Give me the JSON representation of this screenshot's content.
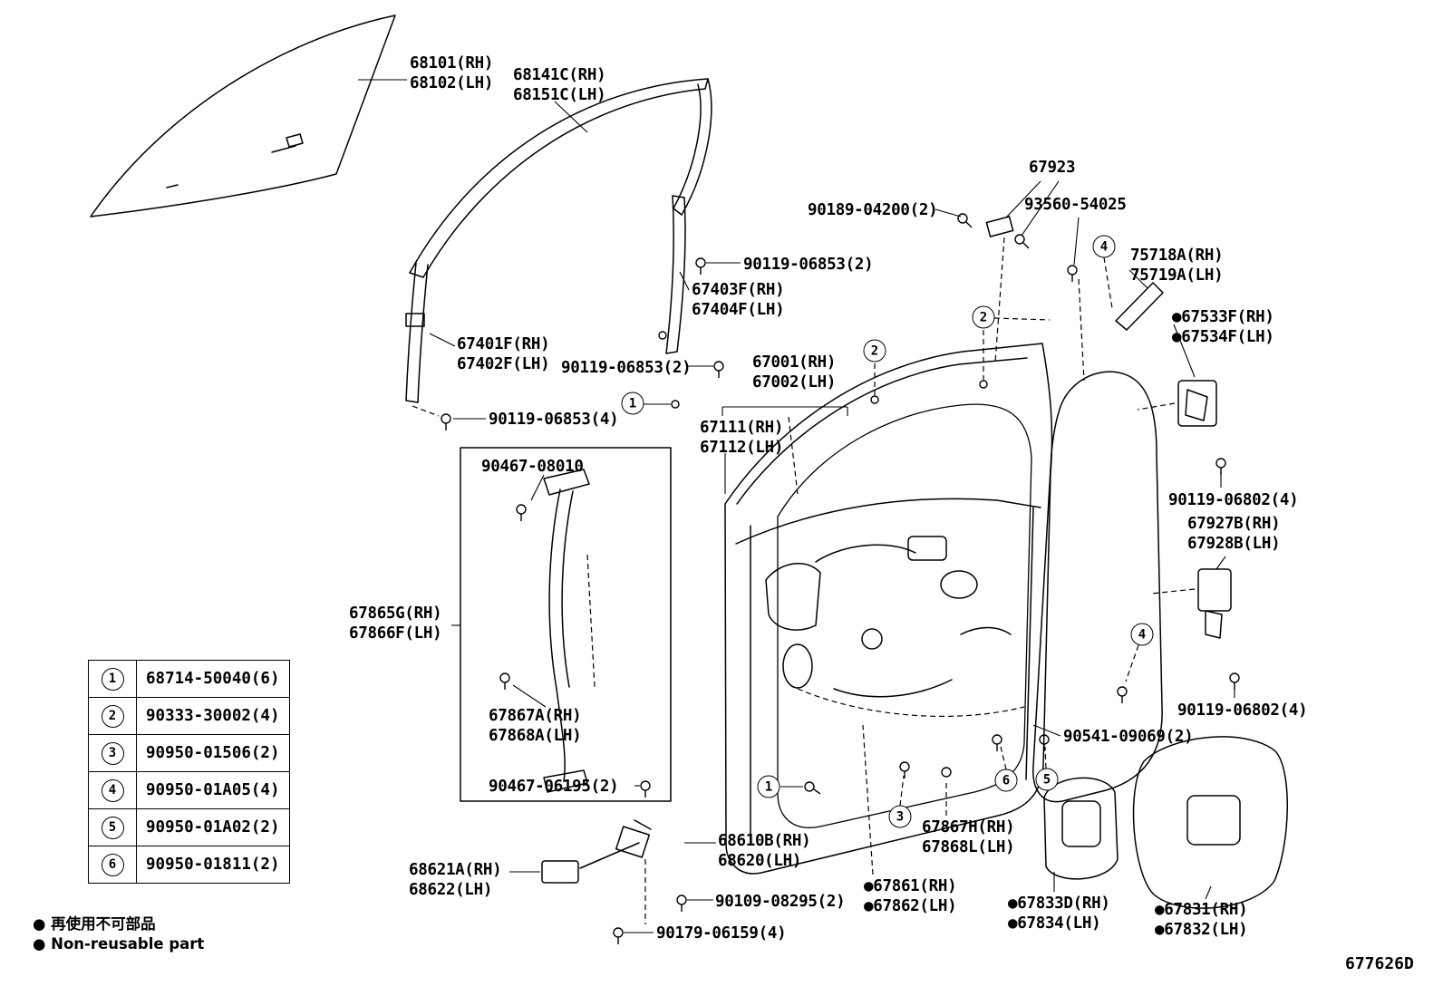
{
  "page": {
    "background": "#ffffff",
    "line_color": "#000000"
  },
  "diagram_code": "677626D",
  "notes": {
    "jp": "● 再使用不可部品",
    "en": "● Non-reusable part"
  },
  "legend": {
    "rows": [
      {
        "n": "1",
        "part": "68714-50040(6)"
      },
      {
        "n": "2",
        "part": "90333-30002(4)"
      },
      {
        "n": "3",
        "part": "90950-01506(2)"
      },
      {
        "n": "4",
        "part": "90950-01A05(4)"
      },
      {
        "n": "5",
        "part": "90950-01A02(2)"
      },
      {
        "n": "6",
        "part": "90950-01811(2)"
      }
    ]
  },
  "labels": [
    "68101(RH)\n68102(LH)",
    "68141C(RH)\n68151C(LH)",
    "67923",
    "90189-04200(2)",
    "93560-54025",
    "75718A(RH)\n75719A(LH)",
    "●67533F(RH)\n●67534F(LH)",
    "90119-06853(2)",
    "67403F(RH)\n67404F(LH)",
    "67401F(RH)\n67402F(LH)",
    "90119-06853(2)",
    "67001(RH)\n67002(LH)",
    "90119-06853(4)",
    "67111(RH)\n67112(LH)",
    "90467-08010",
    "67865G(RH)\n67866F(LH)",
    "67867A(RH)\n67868A(LH)",
    "90467-06195(2)",
    "90119-06802(4)",
    "67927B(RH)\n67928B(LH)",
    "90119-06802(4)",
    "90541-09069(2)",
    "68610B(RH)\n68620(LH)",
    "68621A(RH)\n68622(LH)",
    "90109-08295(2)",
    "90179-06159(4)",
    "●67861(RH)\n●67862(LH)",
    "67867H(RH)\n67868L(LH)",
    "●67833D(RH)\n●67834(LH)",
    "●67831(RH)\n●67832(LH)"
  ],
  "markers": [
    "4",
    "2",
    "2",
    "1",
    "4",
    "6",
    "5",
    "1",
    "3"
  ]
}
